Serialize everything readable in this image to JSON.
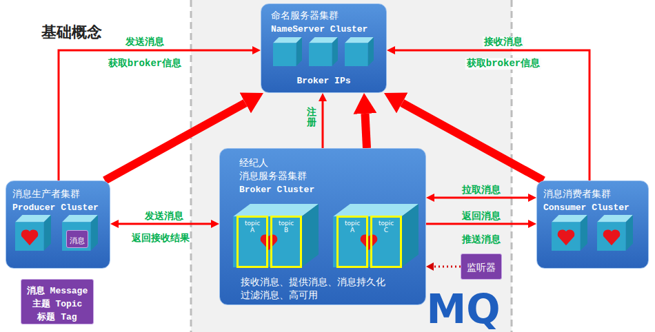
{
  "diagram": {
    "title": "基础概念",
    "nodes": [
      {
        "text": [
          "命名服务器集群",
          "NameServer Cluster",
          "Broker IPs"
        ]
      },
      {
        "text": [
          "消息生产者集群",
          "Producer Cluster"
        ]
      },
      {
        "text": [
          "消息"
        ],
        "in": 1
      },
      {
        "text": [
          "经纪人",
          "消息服务器集群",
          "Broker Cluster",
          "接收消息、提供消息、消息持久化 过滤消息、高可用"
        ]
      },
      {
        "text": [
          "topic A"
        ],
        "in": 3
      },
      {
        "text": [
          "topic B"
        ],
        "in": 3
      },
      {
        "text": [
          "topic A"
        ],
        "in": 3
      },
      {
        "text": [
          "topic C"
        ],
        "in": 3
      },
      {
        "text": [
          "消息消费者集群",
          "Consumer Cluster"
        ]
      },
      {
        "text": [
          "消息 Message",
          "主题 Topic",
          "标题 Tag"
        ]
      },
      {
        "text": [
          "监听器"
        ]
      }
    ],
    "edges": [
      {
        "from": 1,
        "to": 0,
        "arrow": "to",
        "label": "发送消息"
      },
      {
        "from": 1,
        "to": 0,
        "arrow": "to"
      },
      {
        "from": 3,
        "to": 0,
        "arrow": "to",
        "label": "注册"
      },
      {
        "from": 3,
        "to": 0,
        "arrow": "to"
      },
      {
        "from": 8,
        "to": 0,
        "arrow": "to",
        "label": "接收消息"
      },
      {
        "from": 8,
        "to": 0,
        "arrow": "to"
      },
      {
        "from": 1,
        "to": 3,
        "arrow": "both",
        "label": "发送消息"
      },
      {
        "from": 3,
        "to": 8,
        "arrow": "both",
        "label": "拉取消息"
      },
      {
        "from": 3,
        "to": 8,
        "arrow": "to",
        "label": "返回消息"
      },
      {
        "from": 10,
        "to": 3,
        "arrow": "to"
      }
    ],
    "labels": [
      "获取broker信息",
      "获取broker信息",
      "返回接收结果",
      "推送消息",
      "MQ"
    ]
  }
}
